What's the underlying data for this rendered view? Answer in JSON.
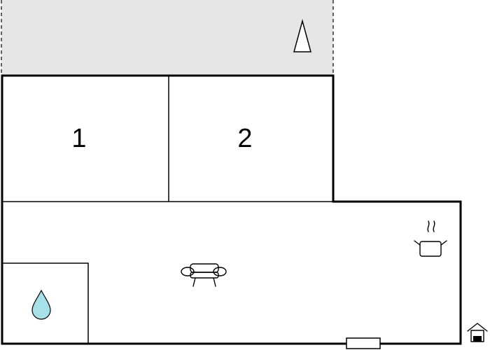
{
  "colors": {
    "background": "#ffffff",
    "terrace": "#e6e6e6",
    "walls": "#000000",
    "water_drop": "#a8e0ea"
  },
  "rooms": [
    {
      "id": "bedroom-1",
      "label": "1"
    },
    {
      "id": "bedroom-2",
      "label": "2"
    }
  ],
  "icons": [
    "north-arrow-icon",
    "water-drop-icon",
    "sofa-icon",
    "cooking-pot-icon",
    "entrance-house-icon",
    "window-icon"
  ]
}
